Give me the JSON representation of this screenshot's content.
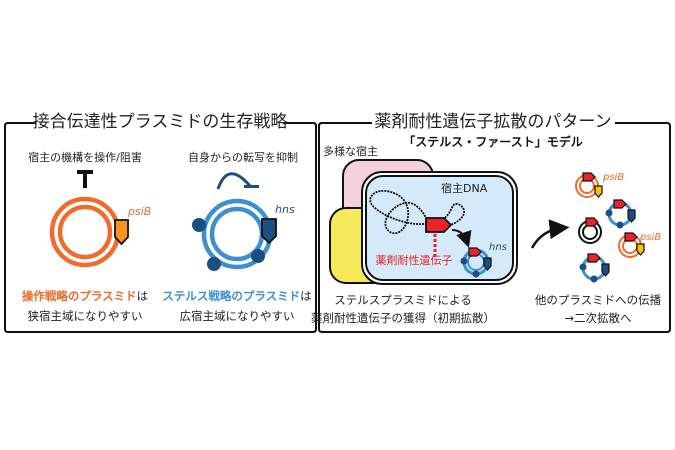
{
  "left_panel": {
    "title": "接合伝達性プラスミドの生存戦略",
    "manipulate": {
      "caption": "宿主の機構を操作/阻害",
      "gene": "psiB",
      "label_colored": "操作戦略のプラスミド",
      "label_suffix": "は",
      "label_line2": "狭宿主域になりやすい"
    },
    "stealth": {
      "caption": "自身からの転写を抑制",
      "gene": "hns",
      "label_colored": "ステルス戦略のプラスミド",
      "label_suffix": "は",
      "label_line2": "広宿主域になりやすい"
    }
  },
  "right_panel": {
    "title": "薬剤耐性遺伝子拡散のパターン",
    "subtitle": "「ステルス・ファースト」モデル",
    "hosts_label": "多様な宿主",
    "host_dna_label": "宿主DNA",
    "resistance_gene_label": "薬剤耐性遺伝子",
    "gene_hns": "hns",
    "gene_psib_1": "psiB",
    "gene_psib_2": "psiB",
    "step1_line1": "ステルスプラスミドによる",
    "step1_line2": "薬剤耐性遺伝子の獲得（初期拡散）",
    "step2_line1": "他のプラスミドへの伝播",
    "step2_line2": "→二次拡散へ"
  },
  "colors": {
    "orange": "#f26b2a",
    "orange_gene": "#f7941d",
    "blue": "#3d8fd1",
    "dark_blue": "#1b4f82",
    "red": "#e8232a",
    "cell_blue": "#d4e9fa",
    "cell_pink": "#f4cfdc",
    "cell_yellow": "#f7ea5a"
  }
}
